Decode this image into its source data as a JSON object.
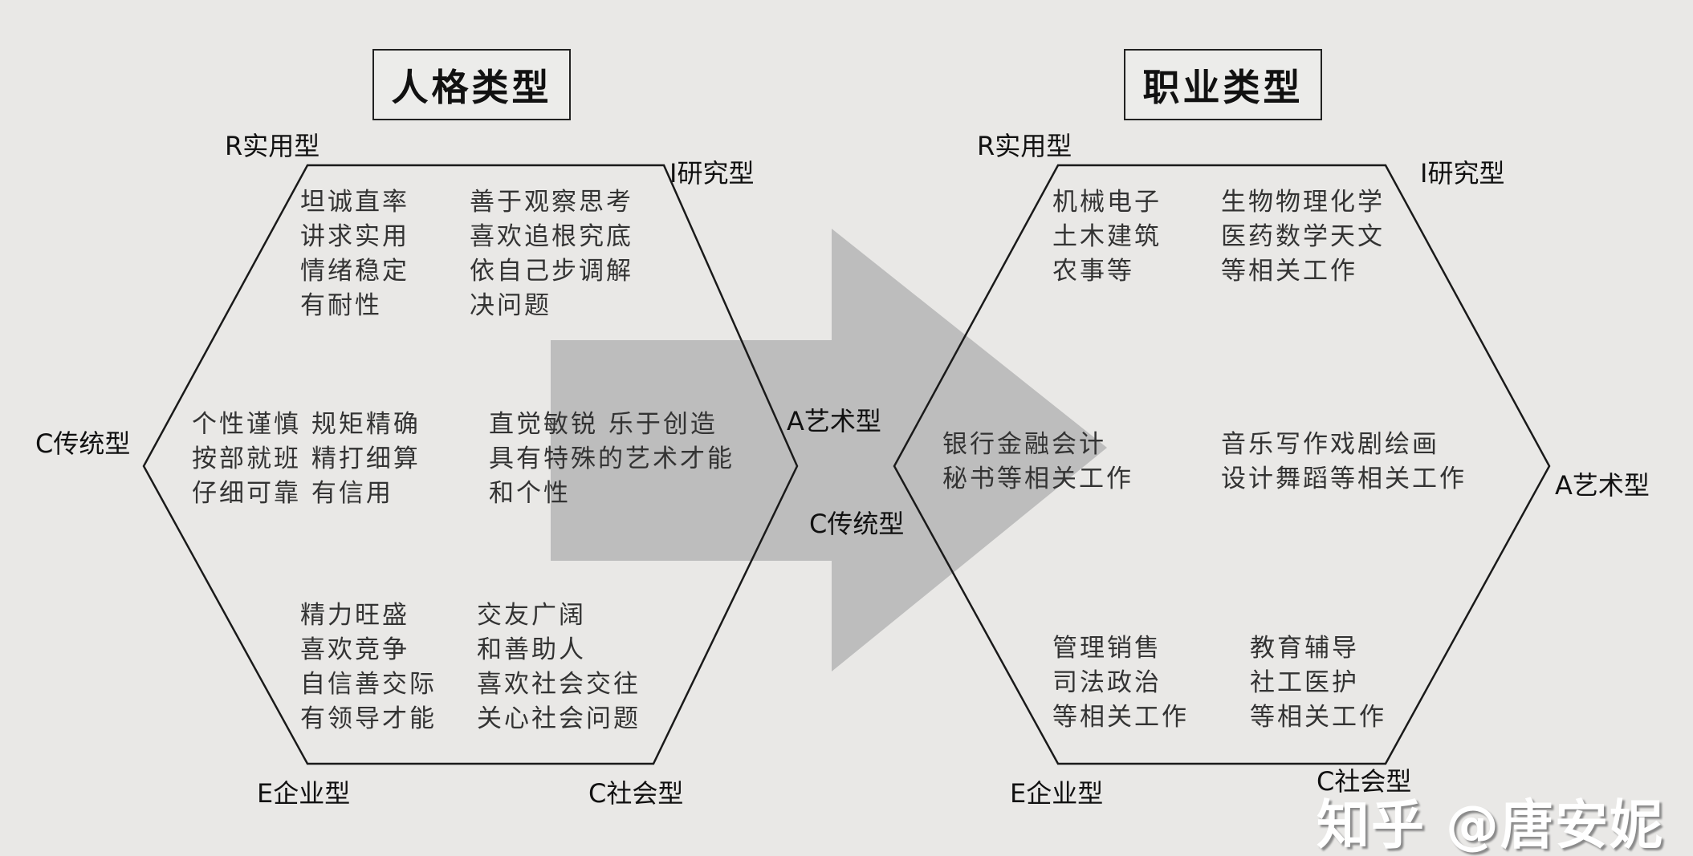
{
  "colors": {
    "background": "#e9e8e6",
    "arrow": "#bdbdbd",
    "line": "#1a1a1a"
  },
  "personality": {
    "title": "人格类型",
    "labels": {
      "R": "R实用型",
      "I": "I研究型",
      "A": "A艺术型",
      "S": "C社会型",
      "E": "E企业型",
      "C": "C传统型"
    },
    "blocks": {
      "R": [
        "坦诚直率",
        "讲求实用",
        "情绪稳定",
        "有耐性"
      ],
      "I": [
        "善于观察思考",
        "喜欢追根究底",
        "依自己步调解",
        "决问题"
      ],
      "C": [
        "个性谨慎 规矩精确",
        "按部就班 精打细算",
        "仔细可靠 有信用"
      ],
      "A": [
        "直觉敏锐 乐于创造",
        "具有特殊的艺术才能",
        "和个性"
      ],
      "E": [
        "精力旺盛",
        "喜欢竞争",
        "自信善交际",
        "有领导才能"
      ],
      "S": [
        "交友广阔",
        "和善助人",
        "喜欢社会交往",
        "关心社会问题"
      ]
    }
  },
  "career": {
    "title": "职业类型",
    "labels": {
      "R": "R实用型",
      "I": "I研究型",
      "A": "A艺术型",
      "S": "C社会型",
      "E": "E企业型",
      "C": "C传统型"
    },
    "blocks": {
      "R": [
        "机械电子",
        "土木建筑",
        "农事等"
      ],
      "I": [
        "生物物理化学",
        "医药数学天文",
        "等相关工作"
      ],
      "C": [
        "银行金融会计",
        "秘书等相关工作"
      ],
      "A": [
        "音乐写作戏剧绘画",
        "设计舞蹈等相关工作"
      ],
      "E": [
        "管理销售",
        "司法政治",
        "等相关工作"
      ],
      "S": [
        "教育辅导",
        "社工医护",
        "等相关工作"
      ]
    }
  },
  "watermark": "知乎 @唐安妮"
}
